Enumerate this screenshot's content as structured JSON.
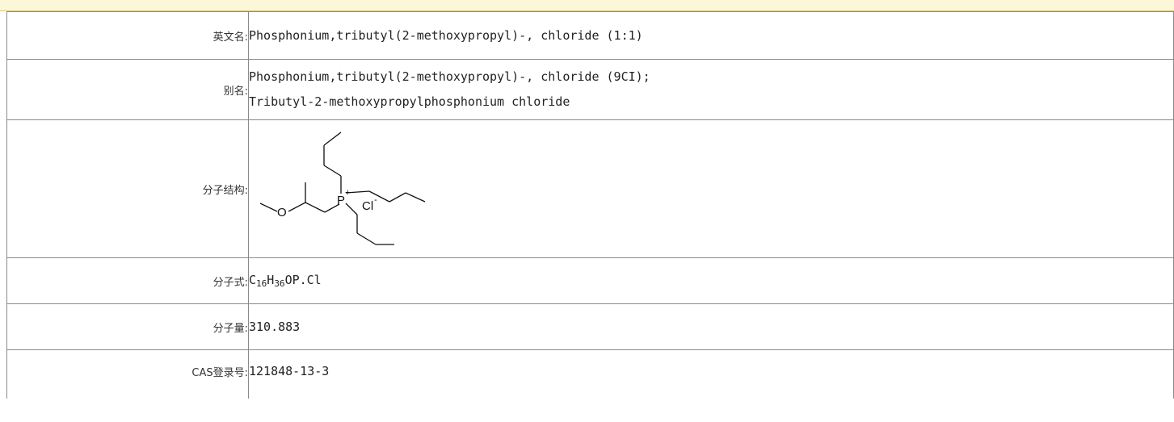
{
  "rows": {
    "english_name": {
      "label": "英文名:",
      "value": "Phosphonium,tributyl(2-methoxypropyl)-, chloride (1:1)"
    },
    "aliases": {
      "label": "别名:",
      "values": [
        "Phosphonium,tributyl(2-methoxypropyl)-, chloride (9CI);",
        "Tributyl-2-methoxypropylphosphonium chloride"
      ]
    },
    "structure": {
      "label": "分子结构:",
      "atoms": {
        "o": "O",
        "p": "P",
        "p_charge": "+",
        "cl": "Cl",
        "cl_charge": "-"
      }
    },
    "formula": {
      "label": "分子式:",
      "parts": {
        "c": "C",
        "c_n": "16",
        "h": "H",
        "h_n": "36",
        "rest": "OP.Cl"
      }
    },
    "molecular_weight": {
      "label": "分子量:",
      "value": "310.883"
    },
    "cas": {
      "label": "CAS登录号:",
      "value": "121848-13-3"
    }
  }
}
